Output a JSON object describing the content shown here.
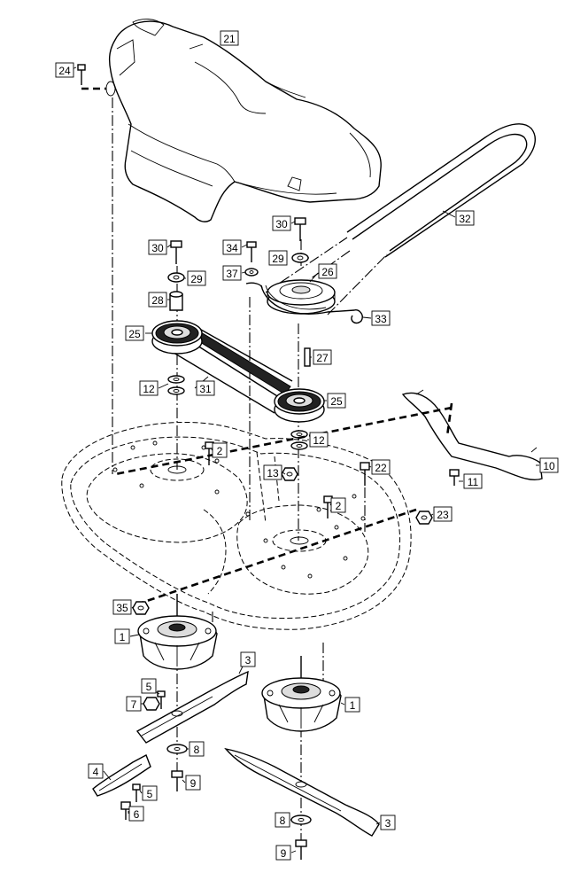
{
  "callouts": [
    {
      "id": "c21",
      "label": "21"
    },
    {
      "id": "c24",
      "label": "24"
    },
    {
      "id": "c32",
      "label": "32"
    },
    {
      "id": "c30a",
      "label": "30"
    },
    {
      "id": "c30b",
      "label": "30"
    },
    {
      "id": "c34",
      "label": "34"
    },
    {
      "id": "c29a",
      "label": "29"
    },
    {
      "id": "c29b",
      "label": "29"
    },
    {
      "id": "c26",
      "label": "26"
    },
    {
      "id": "c37",
      "label": "37"
    },
    {
      "id": "c28",
      "label": "28"
    },
    {
      "id": "c33",
      "label": "33"
    },
    {
      "id": "c25a",
      "label": "25"
    },
    {
      "id": "c27",
      "label": "27"
    },
    {
      "id": "c12a",
      "label": "12"
    },
    {
      "id": "c31",
      "label": "31"
    },
    {
      "id": "c25b",
      "label": "25"
    },
    {
      "id": "c12b",
      "label": "12"
    },
    {
      "id": "c2a",
      "label": "2"
    },
    {
      "id": "c13",
      "label": "13"
    },
    {
      "id": "c22",
      "label": "22"
    },
    {
      "id": "c10",
      "label": "10"
    },
    {
      "id": "c11",
      "label": "11"
    },
    {
      "id": "c2b",
      "label": "2"
    },
    {
      "id": "c23",
      "label": "23"
    },
    {
      "id": "c35",
      "label": "35"
    },
    {
      "id": "c1a",
      "label": "1"
    },
    {
      "id": "c3a",
      "label": "3"
    },
    {
      "id": "c5a",
      "label": "5"
    },
    {
      "id": "c7",
      "label": "7"
    },
    {
      "id": "c1b",
      "label": "1"
    },
    {
      "id": "c8a",
      "label": "8"
    },
    {
      "id": "c4",
      "label": "4"
    },
    {
      "id": "c9a",
      "label": "9"
    },
    {
      "id": "c5b",
      "label": "5"
    },
    {
      "id": "c6",
      "label": "6"
    },
    {
      "id": "c8b",
      "label": "8"
    },
    {
      "id": "c3b",
      "label": "3"
    },
    {
      "id": "c9b",
      "label": "9"
    }
  ]
}
